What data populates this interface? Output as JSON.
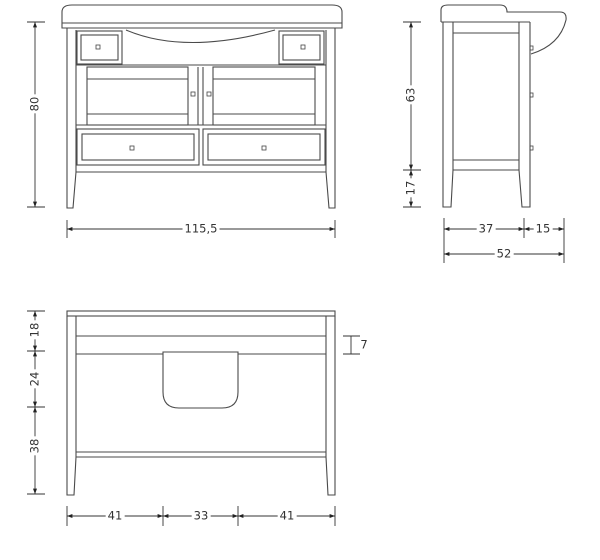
{
  "front_view": {
    "width": "115,5",
    "height": "80"
  },
  "side_view": {
    "upper_height": "63",
    "leg_height": "17",
    "depth_body": "37",
    "depth_overhang": "15",
    "depth_total": "52"
  },
  "plan_view": {
    "top_section": "18",
    "middle_section": "24",
    "bottom_section": "38",
    "rail_gap": "7",
    "left_width": "41",
    "center_width": "33",
    "right_width": "41"
  }
}
